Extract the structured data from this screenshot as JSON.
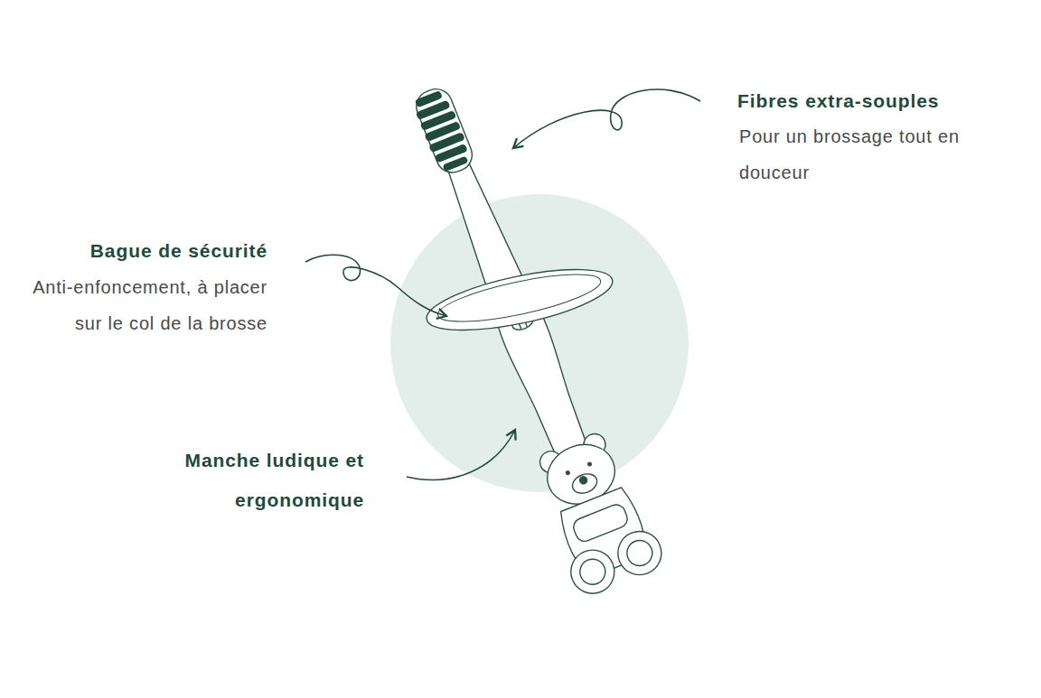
{
  "diagram": {
    "labels": [
      "Fibres extra-souples",
      "Pour un brossage tout en douceur",
      "Bague de sécurité",
      "Anti-enfoncement, à placer sur le col de la brosse",
      "Manche ludique et ergonomique"
    ]
  }
}
